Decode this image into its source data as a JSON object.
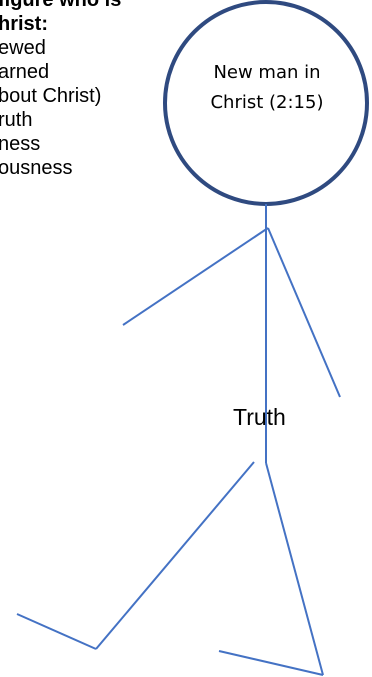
{
  "side_text": {
    "heading_lines": [
      "figure who is",
      "hrist:"
    ],
    "list_lines": [
      "ewed",
      "arned",
      "bout Christ)",
      "ruth",
      "ness",
      "ousness"
    ]
  },
  "figure": {
    "head_label_lines": [
      "New man in",
      "Christ (2:15)"
    ],
    "torso_label": "Truth",
    "stroke_color": "#4472c4",
    "head_outline_color": "#2f4a80"
  }
}
